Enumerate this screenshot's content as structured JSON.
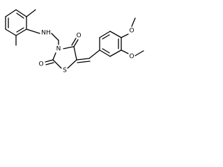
{
  "molecule": {
    "atoms": {
      "nh": "NH",
      "n_ring": "N",
      "o_carbonyl_top": "O",
      "o_carbonyl_bottom": "O",
      "s_ring": "S",
      "o_methoxy_top": "O",
      "o_methoxy_bottom": "O"
    }
  }
}
